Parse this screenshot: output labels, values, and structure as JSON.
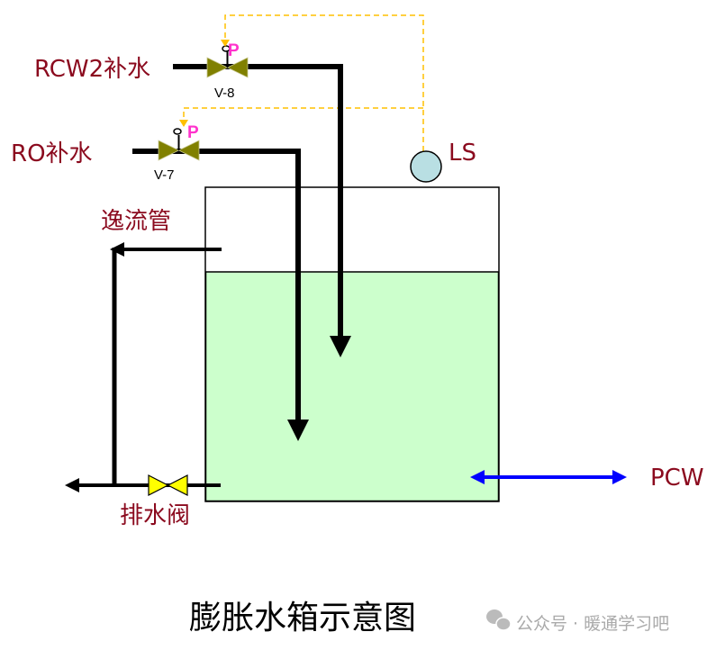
{
  "title": "膨胀水箱示意图",
  "labels": {
    "rcw2": "RCW2补水",
    "ro": "RO补水",
    "overflow": "逸流管",
    "ls": "LS",
    "pcw": "PCW",
    "drain": "排水阀"
  },
  "valves": {
    "v8": {
      "tag": "V-8",
      "actuator": "P"
    },
    "v7": {
      "tag": "V-7",
      "actuator": "P"
    }
  },
  "watermark": "公众号 · 暖通学习吧",
  "colors": {
    "water": "#ccffcc",
    "label": "#8b0a1e",
    "valve": "#808000",
    "drain_valve": "#ffff00",
    "signal": "#ffc000",
    "pcw_arrow": "#0000ff",
    "level_switch": "#b9dfe3",
    "actuator_text": "#ff33cc"
  }
}
